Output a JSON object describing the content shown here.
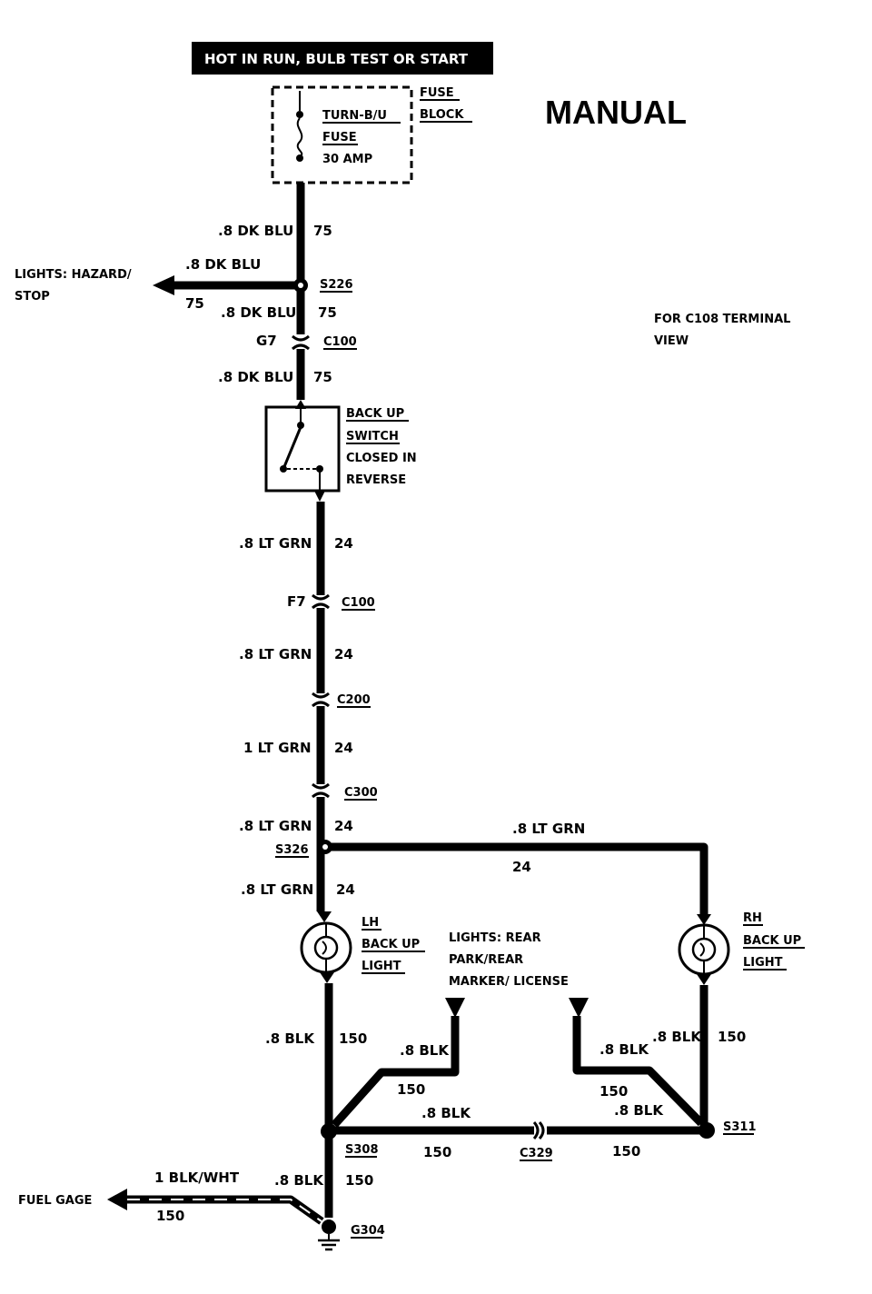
{
  "header": {
    "power_banner": "HOT IN RUN,  BULB TEST OR START",
    "title": "MANUAL"
  },
  "fuse": {
    "block_line1": "FUSE",
    "block_line2": "BLOCK",
    "name_line1": "TURN-B/U",
    "name_line2": "FUSE",
    "rating": "30 AMP"
  },
  "note": {
    "line1": "FOR C108 TERMINAL",
    "line2": "VIEW"
  },
  "wires": {
    "w1_gauge": ".8 DK BLU",
    "w1_circuit": "75",
    "hazard_gauge": ".8 DK BLU",
    "hazard_circuit": "75",
    "w2_gauge": ".8 DK BLU",
    "w2_circuit": "75",
    "w3_gauge": ".8 DK BLU",
    "w3_circuit": "75",
    "w4_gauge": ".8 LT GRN",
    "w4_circuit": "24",
    "w5_gauge": ".8 LT GRN",
    "w5_circuit": "24",
    "w6_gauge": "1 LT GRN",
    "w6_circuit": "24",
    "w7_gauge": ".8 LT GRN",
    "w7_circuit": "24",
    "rh_feed_gauge": ".8 LT GRN",
    "rh_feed_circuit": "24",
    "w8_gauge": ".8 LT GRN",
    "w8_circuit": "24",
    "lh_gnd_gauge": ".8 BLK",
    "lh_gnd_circuit": "150",
    "park_l_gauge": ".8 BLK",
    "park_l_circuit": "150",
    "park_r_gauge": ".8 BLK",
    "park_r_circuit": "150",
    "rh_gnd_gauge": ".8 BLK",
    "rh_gnd_circuit": "150",
    "cross_l_gauge": ".8 BLK",
    "cross_l_circuit": "150",
    "cross_r_gauge": ".8 BLK",
    "cross_r_circuit": "150",
    "fuel_gauge": "1 BLK/WHT",
    "fuel_circuit": "150",
    "g_gauge": ".8 BLK",
    "g_circuit": "150"
  },
  "splices": {
    "s226": "S226",
    "s326": "S326",
    "s308": "S308",
    "s311": "S311"
  },
  "connectors": {
    "c100_top_pin": "G7",
    "c100_top": "C100",
    "c100_bot_pin": "F7",
    "c100_bot": "C100",
    "c200": "C200",
    "c300": "C300",
    "c329": "C329"
  },
  "ground": {
    "g304": "G304"
  },
  "components": {
    "hazard_line1": "LIGHTS:  HAZARD/",
    "hazard_line2": "STOP",
    "switch_line1": "BACK UP",
    "switch_line2": "SWITCH",
    "switch_line3": "CLOSED IN",
    "switch_line4": "REVERSE",
    "lh_line1": "LH",
    "lh_line2": "BACK UP",
    "lh_line3": "LIGHT",
    "rh_line1": "RH",
    "rh_line2": "BACK UP",
    "rh_line3": "LIGHT",
    "rear_line1": "LIGHTS: REAR",
    "rear_line2": "PARK/REAR",
    "rear_line3": "MARKER/  LICENSE",
    "fuel_gage": "FUEL GAGE"
  }
}
